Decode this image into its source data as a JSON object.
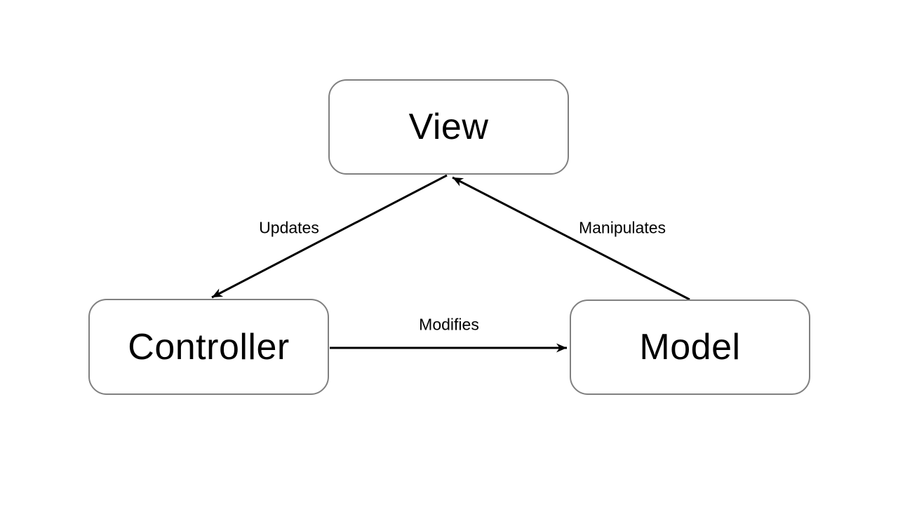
{
  "diagram": {
    "type": "mvc-architecture-diagram",
    "background_color": "#ffffff",
    "colors": {
      "node_border": "#808080",
      "node_fill": "#ffffff",
      "node_text": "#000000",
      "arrow": "#000000",
      "edge_label_text": "#000000"
    },
    "nodes": [
      {
        "id": "view",
        "label": "View",
        "position": "top-center"
      },
      {
        "id": "controller",
        "label": "Controller",
        "position": "bottom-left"
      },
      {
        "id": "model",
        "label": "Model",
        "position": "bottom-right"
      }
    ],
    "edges": [
      {
        "id": "updates",
        "label": "Updates",
        "from": "view",
        "to": "controller",
        "arrowhead_at": "controller"
      },
      {
        "id": "manipulates",
        "label": "Manipulates",
        "from": "model",
        "to": "view",
        "arrowhead_at": "view"
      },
      {
        "id": "modifies",
        "label": "Modifies",
        "from": "controller",
        "to": "model",
        "arrowhead_at": "model"
      }
    ]
  }
}
